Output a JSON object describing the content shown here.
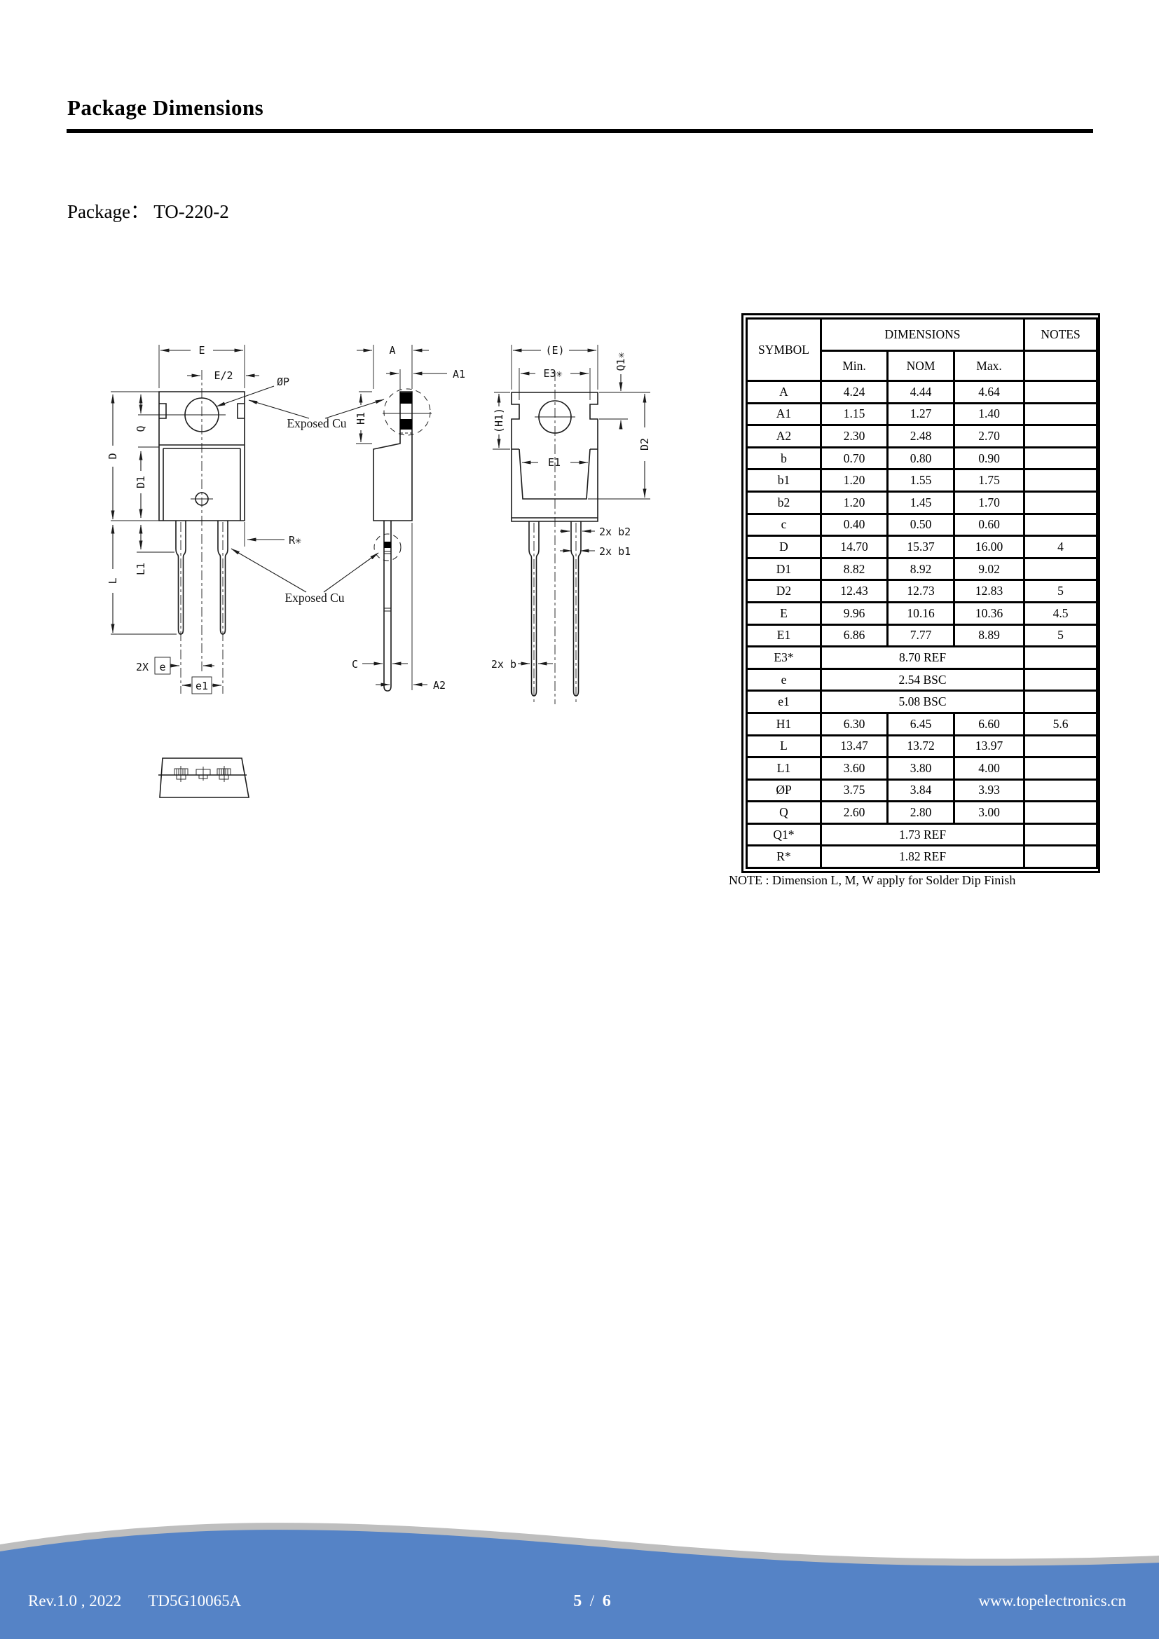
{
  "page": {
    "title": "Package Dimensions",
    "package_line": "Package：  TO-220-2"
  },
  "drawing": {
    "front": {
      "e": "E",
      "e_half": "E/2",
      "phi_p": "ØP",
      "q": "Q",
      "d": "D",
      "d1": "D1",
      "l": "L",
      "l1": "L1",
      "r": "R✳",
      "two_x": "2X",
      "e_box": "e",
      "e1_box": "e1",
      "exposed_cu": "Exposed Cu"
    },
    "side": {
      "a": "A",
      "a1": "A1",
      "h1": "H1",
      "c": "C",
      "a2": "A2",
      "exposed_cu": "Exposed Cu"
    },
    "back": {
      "e_ref": "(E)",
      "e3": "E3✳",
      "q1": "Q1✳",
      "h1_ref": "(H1)",
      "e1": "E1",
      "d2": "D2",
      "b2": "2x  b2",
      "b1": "2x  b1",
      "b": "2x  b"
    }
  },
  "table": {
    "header": {
      "symbol": "SYMBOL",
      "dimensions": "DIMENSIONS",
      "notes": "NOTES",
      "min": "Min.",
      "nom": "NOM",
      "max": "Max."
    },
    "rows": [
      {
        "sym": "A",
        "min": "4.24",
        "nom": "4.44",
        "max": "4.64",
        "note": ""
      },
      {
        "sym": "A1",
        "min": "1.15",
        "nom": "1.27",
        "max": "1.40",
        "note": ""
      },
      {
        "sym": "A2",
        "min": "2.30",
        "nom": "2.48",
        "max": "2.70",
        "note": ""
      },
      {
        "sym": "b",
        "min": "0.70",
        "nom": "0.80",
        "max": "0.90",
        "note": ""
      },
      {
        "sym": "b1",
        "min": "1.20",
        "nom": "1.55",
        "max": "1.75",
        "note": ""
      },
      {
        "sym": "b2",
        "min": "1.20",
        "nom": "1.45",
        "max": "1.70",
        "note": ""
      },
      {
        "sym": "c",
        "min": "0.40",
        "nom": "0.50",
        "max": "0.60",
        "note": ""
      },
      {
        "sym": "D",
        "min": "14.70",
        "nom": "15.37",
        "max": "16.00",
        "note": "4"
      },
      {
        "sym": "D1",
        "min": "8.82",
        "nom": "8.92",
        "max": "9.02",
        "note": ""
      },
      {
        "sym": "D2",
        "min": "12.43",
        "nom": "12.73",
        "max": "12.83",
        "note": "5"
      },
      {
        "sym": "E",
        "min": "9.96",
        "nom": "10.16",
        "max": "10.36",
        "note": "4.5"
      },
      {
        "sym": "E1",
        "min": "6.86",
        "nom": "7.77",
        "max": "8.89",
        "note": "5"
      },
      {
        "sym": "E3*",
        "span": "8.70 REF",
        "note": ""
      },
      {
        "sym": "e",
        "span": "2.54 BSC",
        "note": ""
      },
      {
        "sym": "e1",
        "span": "5.08 BSC",
        "note": ""
      },
      {
        "sym": "H1",
        "min": "6.30",
        "nom": "6.45",
        "max": "6.60",
        "note": "5.6"
      },
      {
        "sym": "L",
        "min": "13.47",
        "nom": "13.72",
        "max": "13.97",
        "note": ""
      },
      {
        "sym": "L1",
        "min": "3.60",
        "nom": "3.80",
        "max": "4.00",
        "note": ""
      },
      {
        "sym": "ØP",
        "min": "3.75",
        "nom": "3.84",
        "max": "3.93",
        "note": ""
      },
      {
        "sym": "Q",
        "min": "2.60",
        "nom": "2.80",
        "max": "3.00",
        "note": ""
      },
      {
        "sym": "Q1*",
        "span": "1.73 REF",
        "note": ""
      },
      {
        "sym": "R*",
        "span": "1.82 REF",
        "note": ""
      }
    ],
    "note": "NOTE : Dimension L, M, W apply for Solder Dip Finish"
  },
  "footer": {
    "left_rev": "Rev.1.0 , 2022",
    "left_part": "TD5G10065A",
    "page_current": "5",
    "page_divider": "/",
    "page_total": "6",
    "website": "www.topelectronics.cn"
  },
  "colors": {
    "footer_blue": "#5583C6",
    "footer_band": "#BEBEBE"
  }
}
